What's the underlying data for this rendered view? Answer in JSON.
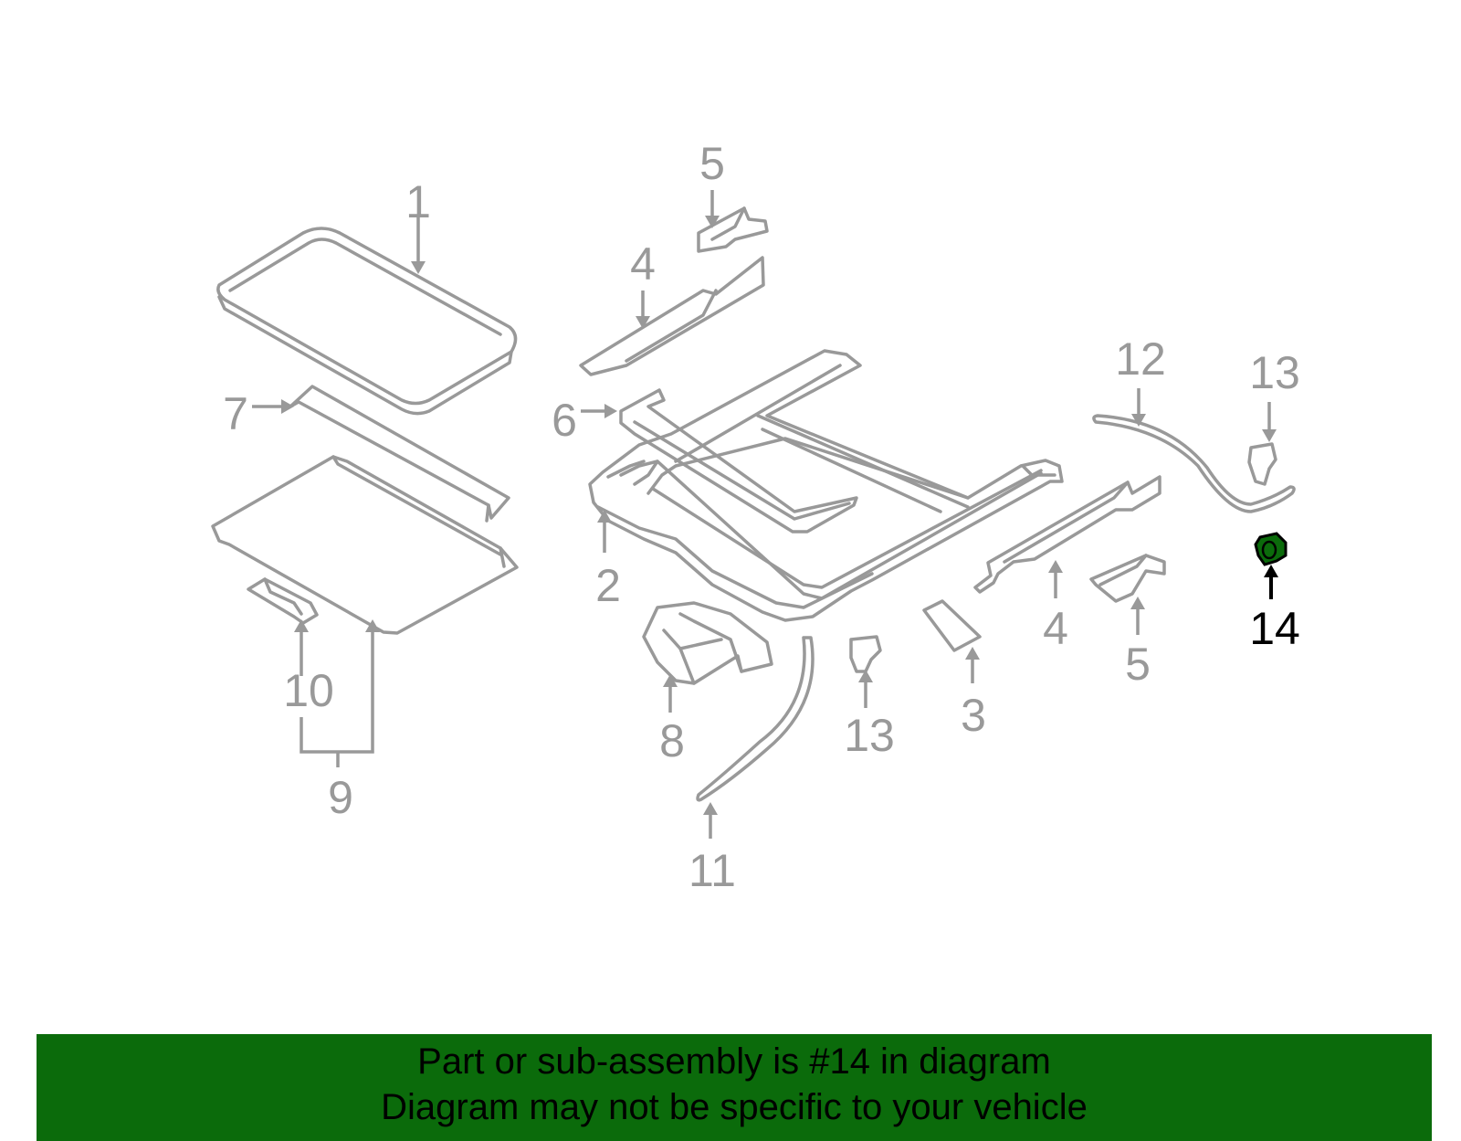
{
  "callouts": {
    "c1": "1",
    "c2": "2",
    "c3": "3",
    "c4a": "4",
    "c4b": "4",
    "c5a": "5",
    "c5b": "5",
    "c6": "6",
    "c7": "7",
    "c8": "8",
    "c9": "9",
    "c10": "10",
    "c11": "11",
    "c12": "12",
    "c13a": "13",
    "c13b": "13",
    "c14": "14"
  },
  "banner": {
    "line1": "Part or sub-assembly is #14 in diagram",
    "line2": "Diagram may not be specific to your vehicle"
  },
  "colors": {
    "line_gray": "#999999",
    "highlight_green": "#0b6b0b",
    "banner_green": "#0b6b0b"
  }
}
